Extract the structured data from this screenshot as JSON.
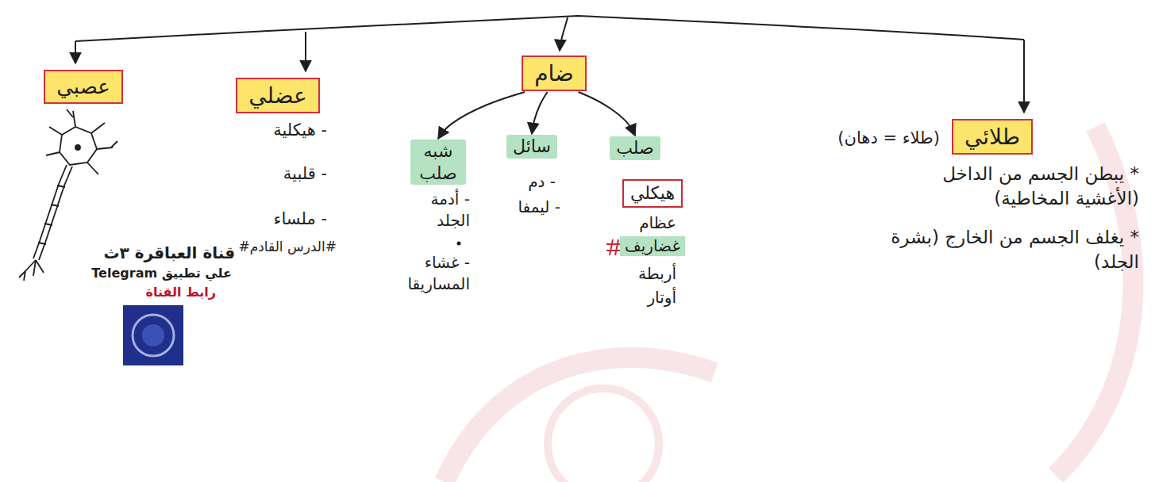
{
  "diagram": {
    "nodes": [
      {
        "text": [
          "طلائي"
        ]
      },
      {
        "text": [
          "ضام"
        ]
      },
      {
        "text": [
          "عضلي"
        ]
      },
      {
        "text": [
          "عصبي"
        ]
      },
      {
        "text": [
          "صلب"
        ]
      },
      {
        "text": [
          "سائل"
        ]
      },
      {
        "text": [
          "شبه صلب"
        ]
      },
      {
        "text": [
          "هيكلي"
        ]
      },
      {
        "text": [
          "غضاريف"
        ]
      }
    ],
    "edges": [
      {
        "from": 1,
        "to": 4,
        "arrow": "to"
      },
      {
        "from": 1,
        "to": 5,
        "arrow": "to"
      },
      {
        "from": 1,
        "to": 6,
        "arrow": "to"
      }
    ],
    "labels": [
      "(طلاء = دهان)",
      "* يبطن الجسم من الداخل (الأغشية المخاطية)",
      "* يغلف الجسم من الخارج (بشرة الجلد)",
      "- دم",
      "- ليمفا",
      "- أدمة الجلد",
      "- غشاء المساريقا",
      "عظام",
      "أربطة",
      "أوتار",
      "- هيكلية",
      "- قلبية",
      "- ملساء",
      "#الدرس القادم#",
      "قناة العباقرة ٣ث",
      "علي تطبيق Telegram",
      "رابط القناة"
    ]
  }
}
